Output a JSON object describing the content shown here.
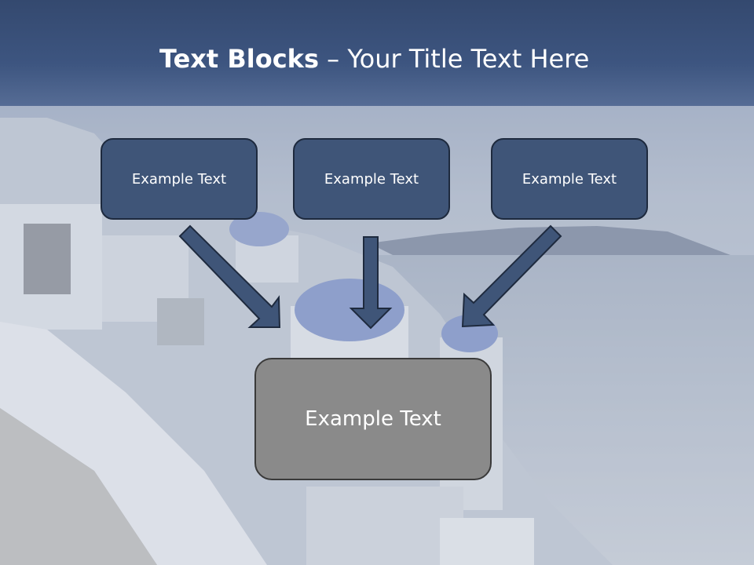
{
  "slide": {
    "title_bold": "Text Blocks",
    "title_dash": " – ",
    "title_rest": "Your Title Text Here"
  },
  "blocks": [
    {
      "label": "Example Text"
    },
    {
      "label": "Example Text"
    },
    {
      "label": "Example Text"
    }
  ],
  "target": {
    "label": "Example Text"
  },
  "colors": {
    "title_bar": "#3d5580",
    "block_fill": "#3f5578",
    "target_fill": "#8a8a8a",
    "arrow_fill": "#3f5578"
  }
}
